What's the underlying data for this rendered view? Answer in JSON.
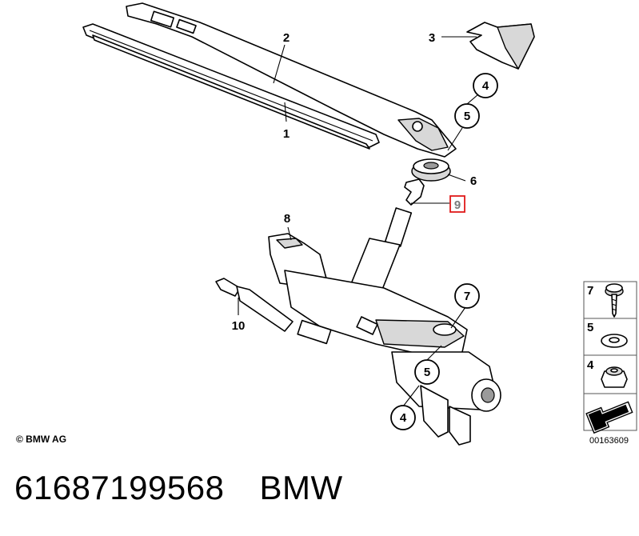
{
  "copyright": "© BMW AG",
  "diagram_code": "00163609",
  "highlight_color": "#e01919",
  "callouts": [
    {
      "id": "1",
      "label": "1",
      "style": "plain"
    },
    {
      "id": "2",
      "label": "2",
      "style": "plain"
    },
    {
      "id": "3",
      "label": "3",
      "style": "plain"
    },
    {
      "id": "4a",
      "label": "4",
      "style": "circle"
    },
    {
      "id": "5a",
      "label": "5",
      "style": "circle"
    },
    {
      "id": "6",
      "label": "6",
      "style": "plain"
    },
    {
      "id": "9",
      "label": "9",
      "style": "highlighted-box"
    },
    {
      "id": "8",
      "label": "8",
      "style": "plain"
    },
    {
      "id": "7",
      "label": "7",
      "style": "circle"
    },
    {
      "id": "10",
      "label": "10",
      "style": "plain"
    },
    {
      "id": "5b",
      "label": "5",
      "style": "circle"
    },
    {
      "id": "4b",
      "label": "4",
      "style": "circle"
    }
  ],
  "legend": [
    {
      "label": "7",
      "icon": "bolt-icon"
    },
    {
      "label": "5",
      "icon": "washer-icon"
    },
    {
      "label": "4",
      "icon": "nut-icon"
    }
  ],
  "caption": {
    "part_number": "61687199568",
    "brand": "BMW"
  }
}
